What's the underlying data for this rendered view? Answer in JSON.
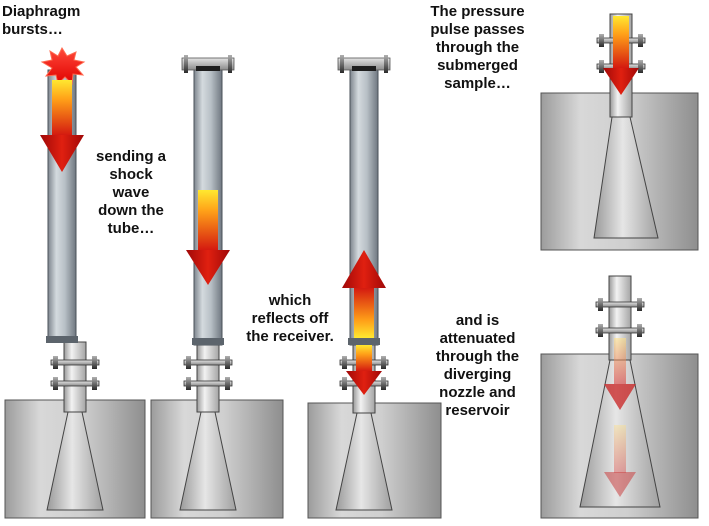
{
  "captions": {
    "diaphragm": "Diaphragm\nbursts…",
    "shock": "sending a\nshock wave\ndown the\ntube…",
    "reflect": "which\nreflects off\nthe receiver.",
    "pressure": "The pressure\npulse passes\nthrough the\nsubmerged\nsample…",
    "attenuated": "and is\nattenuated\nthrough the\ndiverging\nnozzle and\nreservoir"
  },
  "colors": {
    "arrow_red": "#c81010",
    "arrow_yellow": "#ffe830",
    "burst": "#ff1a1a",
    "tank": "#c8c8c8",
    "tube": "#b4bcc4"
  }
}
